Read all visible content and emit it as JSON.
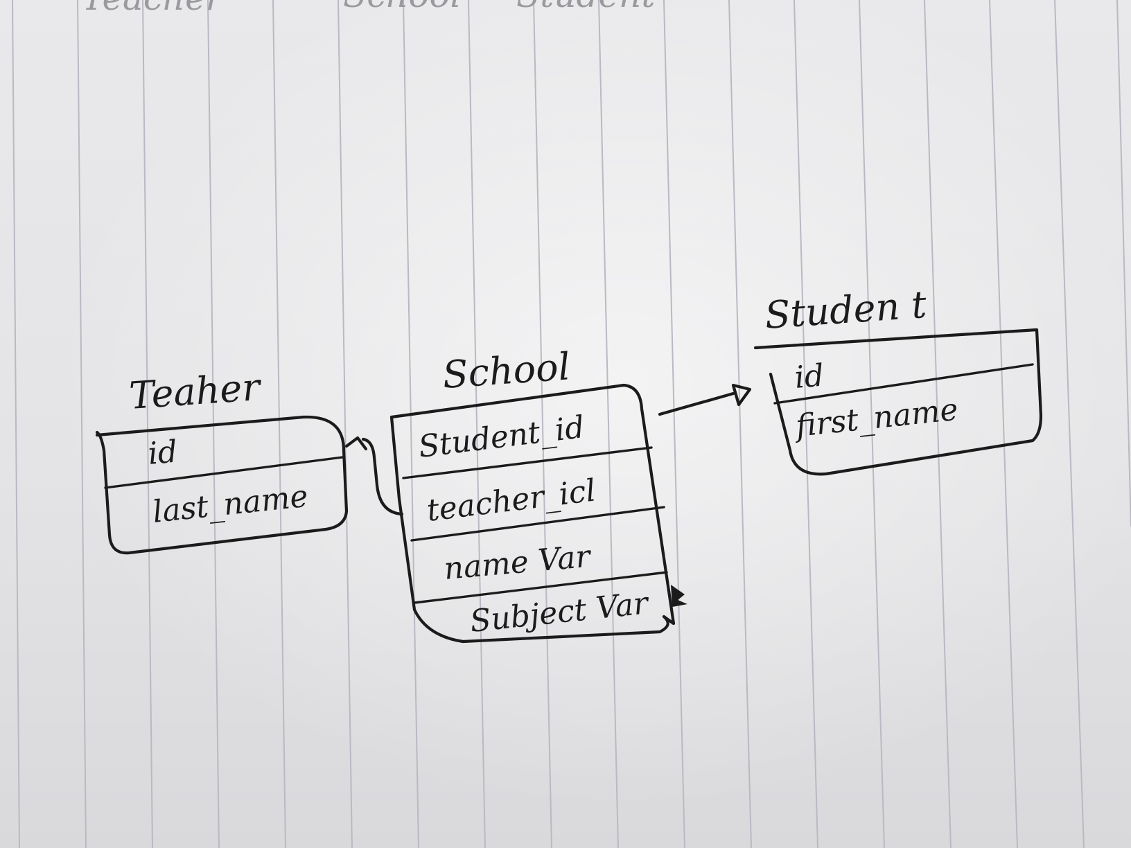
{
  "header_fragments": [
    "Teacher",
    "School",
    "Student"
  ],
  "entities": {
    "teacher": {
      "title": "Teaher",
      "fields": [
        "id",
        "last_name"
      ]
    },
    "school": {
      "title": "School",
      "fields": [
        "Student_id",
        "teacher_icl",
        "name Var",
        "Subject Var"
      ]
    },
    "student": {
      "title": "Studen t",
      "fields": [
        "id",
        "first_name"
      ]
    }
  },
  "colors": {
    "ink": "#1b1b1b",
    "paper": "#e6e6e8",
    "rule_lines": "#b9b9c3",
    "faded_ink": "#9a9a9e"
  }
}
